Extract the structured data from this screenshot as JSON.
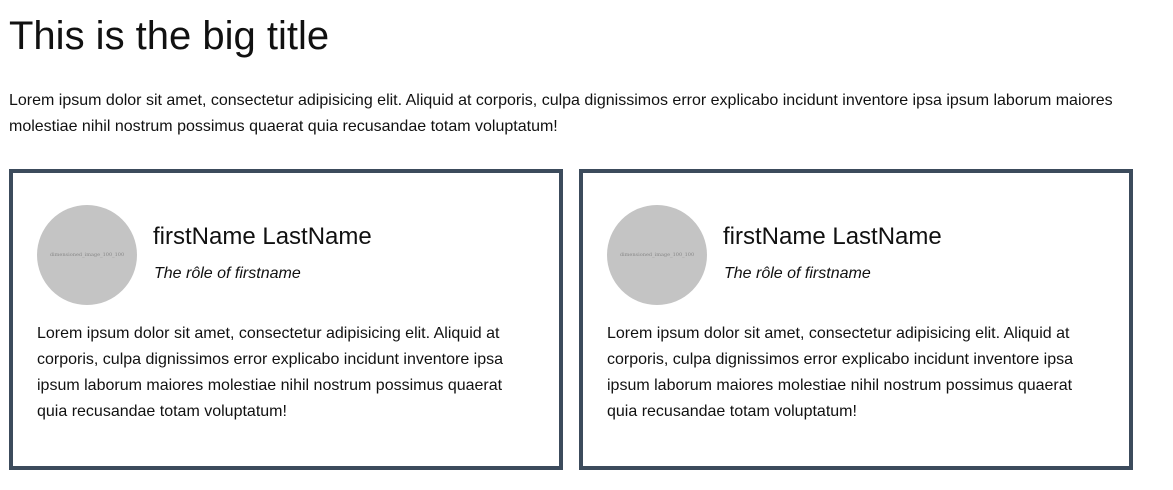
{
  "header": {
    "title": "This is the big title",
    "intro": "Lorem ipsum dolor sit amet, consectetur adipisicing elit. Aliquid at corporis, culpa dignissimos error explicabo incidunt inventore ipsa ipsum laborum maiores molestiae nihil nostrum possimus quaerat quia recusandae totam voluptatum!"
  },
  "cards": [
    {
      "avatar_text": "dimensioned_image_100_100",
      "name": "firstName LastName",
      "role": "The rôle of firstname",
      "bio": "Lorem ipsum dolor sit amet, consectetur adipisicing elit. Aliquid at corporis, culpa dignissimos error explicabo incidunt inventore ipsa ipsum laborum maiores molestiae nihil nostrum possimus quaerat quia recusandae totam voluptatum!"
    },
    {
      "avatar_text": "dimensioned_image_100_100",
      "name": "firstName LastName",
      "role": "The rôle of firstname",
      "bio": "Lorem ipsum dolor sit amet, consectetur adipisicing elit. Aliquid at corporis, culpa dignissimos error explicabo incidunt inventore ipsa ipsum laborum maiores molestiae nihil nostrum possimus quaerat quia recusandae totam voluptatum!"
    }
  ],
  "colors": {
    "card_border": "#3c4b5c",
    "avatar_bg": "#c4c4c4"
  }
}
